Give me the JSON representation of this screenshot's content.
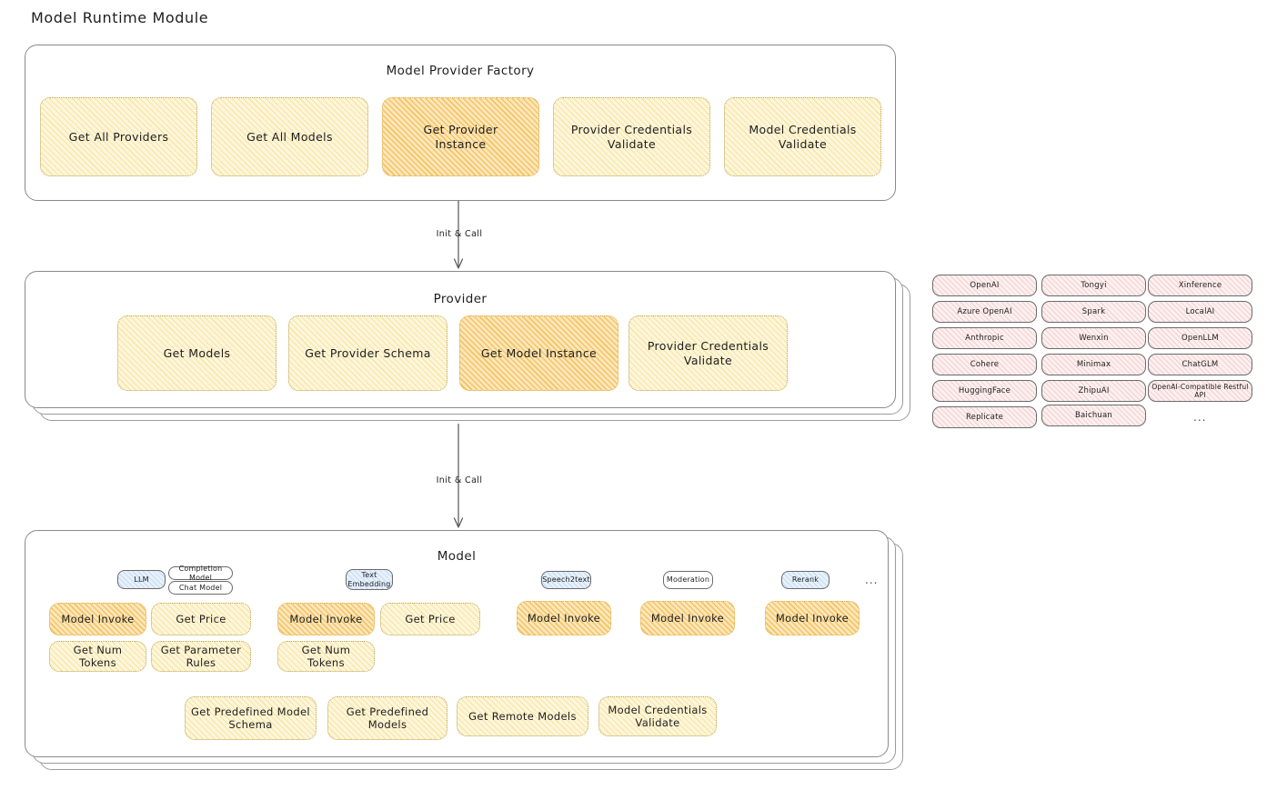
{
  "page": {
    "title": "Model Runtime Module",
    "background": "#ffffff",
    "accent_light": "#fdf6dd",
    "accent_highlight": "#fbe7bd",
    "chip_color": "#fdf0f0",
    "badge_blue": "#e7f1fb"
  },
  "layers": {
    "factory": {
      "title": "Model Provider Factory",
      "boxes": [
        {
          "label": "Get All Providers",
          "highlighted": false
        },
        {
          "label": "Get All Models",
          "highlighted": false
        },
        {
          "label": "Get Provider\nInstance",
          "highlighted": true
        },
        {
          "label": "Provider Credentials\nValidate",
          "highlighted": false
        },
        {
          "label": "Model Credentials\nValidate",
          "highlighted": false
        }
      ]
    },
    "provider": {
      "title": "Provider",
      "boxes": [
        {
          "label": "Get Models",
          "highlighted": false
        },
        {
          "label": "Get Provider Schema",
          "highlighted": false
        },
        {
          "label": "Get Model Instance",
          "highlighted": true
        },
        {
          "label": "Provider Credentials\nValidate",
          "highlighted": false
        }
      ]
    },
    "model": {
      "title": "Model",
      "groups": [
        {
          "badges": [
            {
              "label": "LLM",
              "style": "blue"
            },
            {
              "label": "Completion Model",
              "style": "white"
            },
            {
              "label": "Chat Model",
              "style": "white"
            }
          ],
          "boxes": [
            {
              "label": "Model Invoke",
              "highlighted": true
            },
            {
              "label": "Get Price",
              "highlighted": false
            },
            {
              "label": "Get Num Tokens",
              "highlighted": false
            },
            {
              "label": "Get Parameter\nRules",
              "highlighted": false
            }
          ]
        },
        {
          "badges": [
            {
              "label": "Text\nEmbedding",
              "style": "blue"
            }
          ],
          "boxes": [
            {
              "label": "Model Invoke",
              "highlighted": true
            },
            {
              "label": "Get Price",
              "highlighted": false
            },
            {
              "label": "Get Num Tokens",
              "highlighted": false
            }
          ]
        },
        {
          "badges": [
            {
              "label": "Speech2text",
              "style": "blue"
            }
          ],
          "boxes": [
            {
              "label": "Model Invoke",
              "highlighted": true
            }
          ]
        },
        {
          "badges": [
            {
              "label": "Moderation",
              "style": "white"
            }
          ],
          "boxes": [
            {
              "label": "Model Invoke",
              "highlighted": true
            }
          ]
        },
        {
          "badges": [
            {
              "label": "Rerank",
              "style": "blue"
            }
          ],
          "boxes": [
            {
              "label": "Model Invoke",
              "highlighted": true
            }
          ]
        }
      ],
      "more_indicator": "...",
      "common_boxes": [
        {
          "label": "Get Predefined Model\nSchema"
        },
        {
          "label": "Get Predefined\nModels"
        },
        {
          "label": "Get Remote Models"
        },
        {
          "label": "Model Credentials\nValidate"
        }
      ]
    }
  },
  "arrows": [
    {
      "label": "Init & Call",
      "from": "factory",
      "to": "provider"
    },
    {
      "label": "Init & Call",
      "from": "provider",
      "to": "model"
    }
  ],
  "provider_list": {
    "columns": [
      [
        "OpenAI",
        "Azure OpenAI",
        "Anthropic",
        "Cohere",
        "HuggingFace",
        "Replicate"
      ],
      [
        "Tongyi",
        "Spark",
        "Wenxin",
        "Minimax",
        "ZhipuAI",
        "Baichuan"
      ],
      [
        "Xinference",
        "LocalAI",
        "OpenLLM",
        "ChatGLM",
        "OpenAI-Compatible Restful API"
      ]
    ],
    "more_indicator": "..."
  }
}
